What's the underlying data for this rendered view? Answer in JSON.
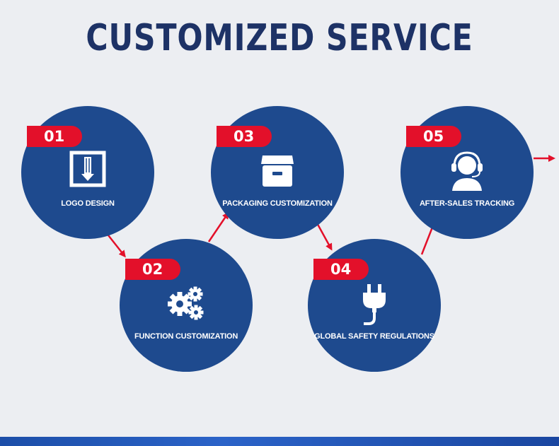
{
  "title": "CUSTOMIZED SERVICE",
  "steps": [
    {
      "number": "01",
      "label": "LOGO DESIGN",
      "icon": "logo-design-icon"
    },
    {
      "number": "02",
      "label": "FUNCTION CUSTOMIZATION",
      "icon": "gears-icon"
    },
    {
      "number": "03",
      "label": "PACKAGING CUSTOMIZATION",
      "icon": "box-icon"
    },
    {
      "number": "04",
      "label": "GLOBAL SAFETY REGULATIONS",
      "icon": "power-plug-icon"
    },
    {
      "number": "05",
      "label": "AFTER-SALES TRACKING",
      "icon": "headset-support-icon"
    }
  ],
  "colors": {
    "background": "#eceef2",
    "title": "#1d3266",
    "circle": "#1e4a8e",
    "badge": "#e3102a",
    "arrow": "#e3102a",
    "text": "#ffffff"
  }
}
